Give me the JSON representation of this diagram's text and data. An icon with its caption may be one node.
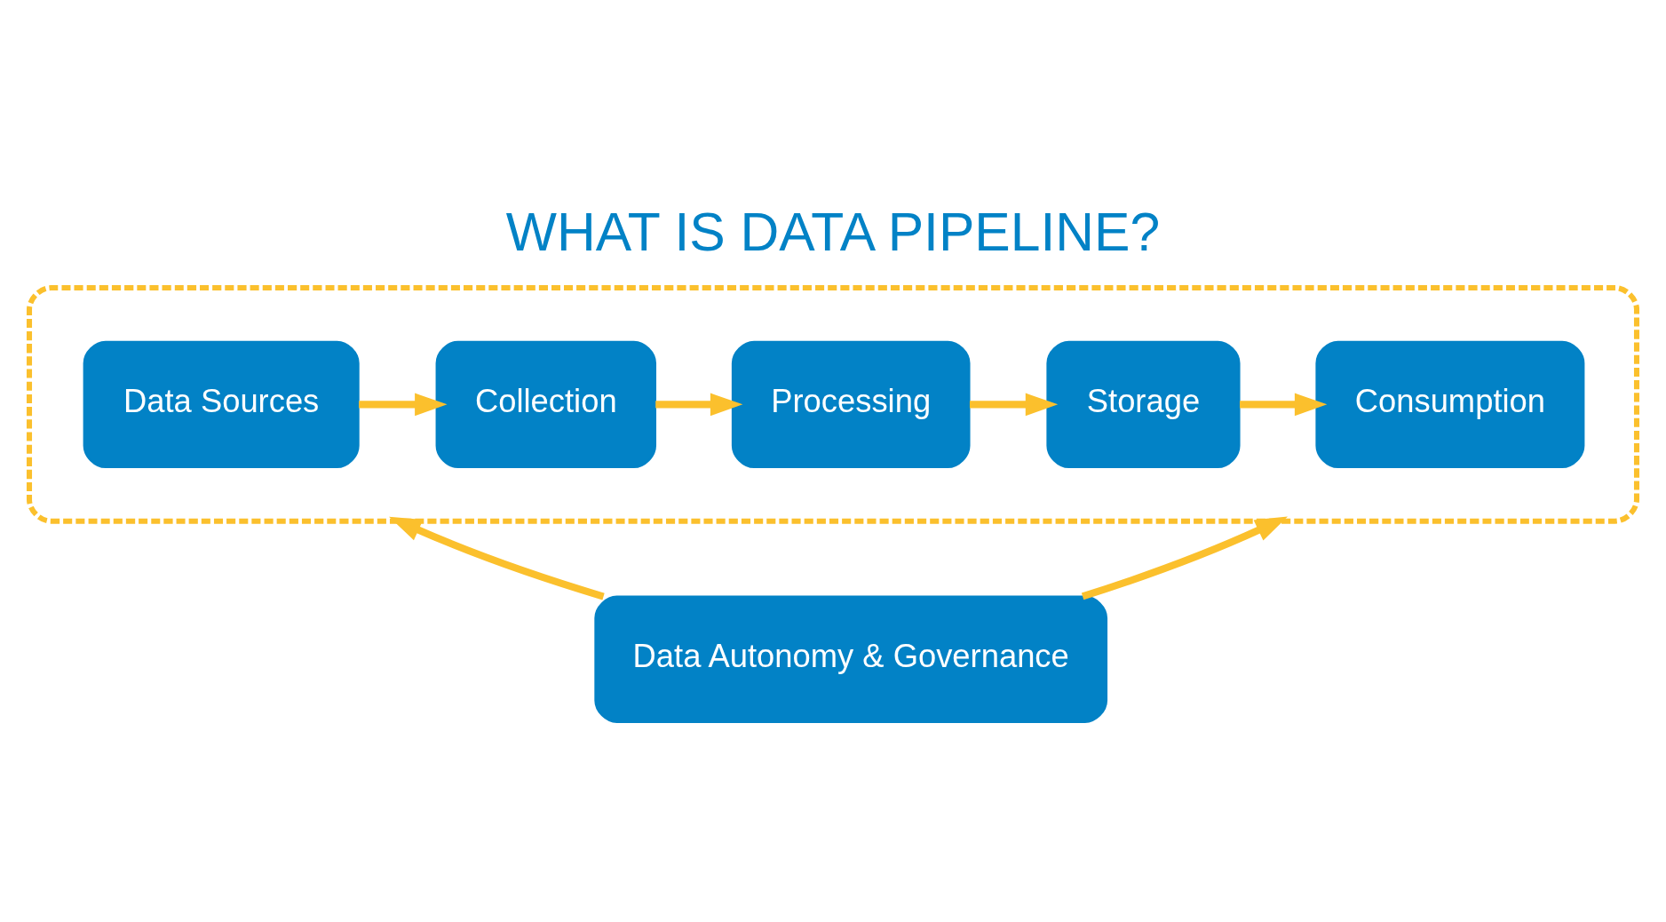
{
  "diagram": {
    "title": "WHAT IS DATA PIPELINE?",
    "nodes": [
      {
        "text": [],
        "shape": "cylinder"
      },
      {
        "text": [
          "Data Sources"
        ],
        "in": 0
      },
      {
        "text": [
          "Collection"
        ],
        "in": 0
      },
      {
        "text": [
          "Processing"
        ],
        "in": 0
      },
      {
        "text": [
          "Storage"
        ],
        "in": 0
      },
      {
        "text": [
          "Consumption"
        ],
        "in": 0
      },
      {
        "text": [
          "Data Autonomy & Governance"
        ]
      }
    ],
    "edges": [
      {
        "from": 1,
        "to": 2,
        "arrow": "to"
      },
      {
        "from": 2,
        "to": 3,
        "arrow": "to"
      },
      {
        "from": 3,
        "to": 4,
        "arrow": "to"
      },
      {
        "from": 4,
        "to": 5,
        "arrow": "to"
      },
      {
        "from": 6,
        "to": 0,
        "arrow": "to"
      },
      {
        "from": 6,
        "to": 0,
        "arrow": "to"
      }
    ]
  }
}
